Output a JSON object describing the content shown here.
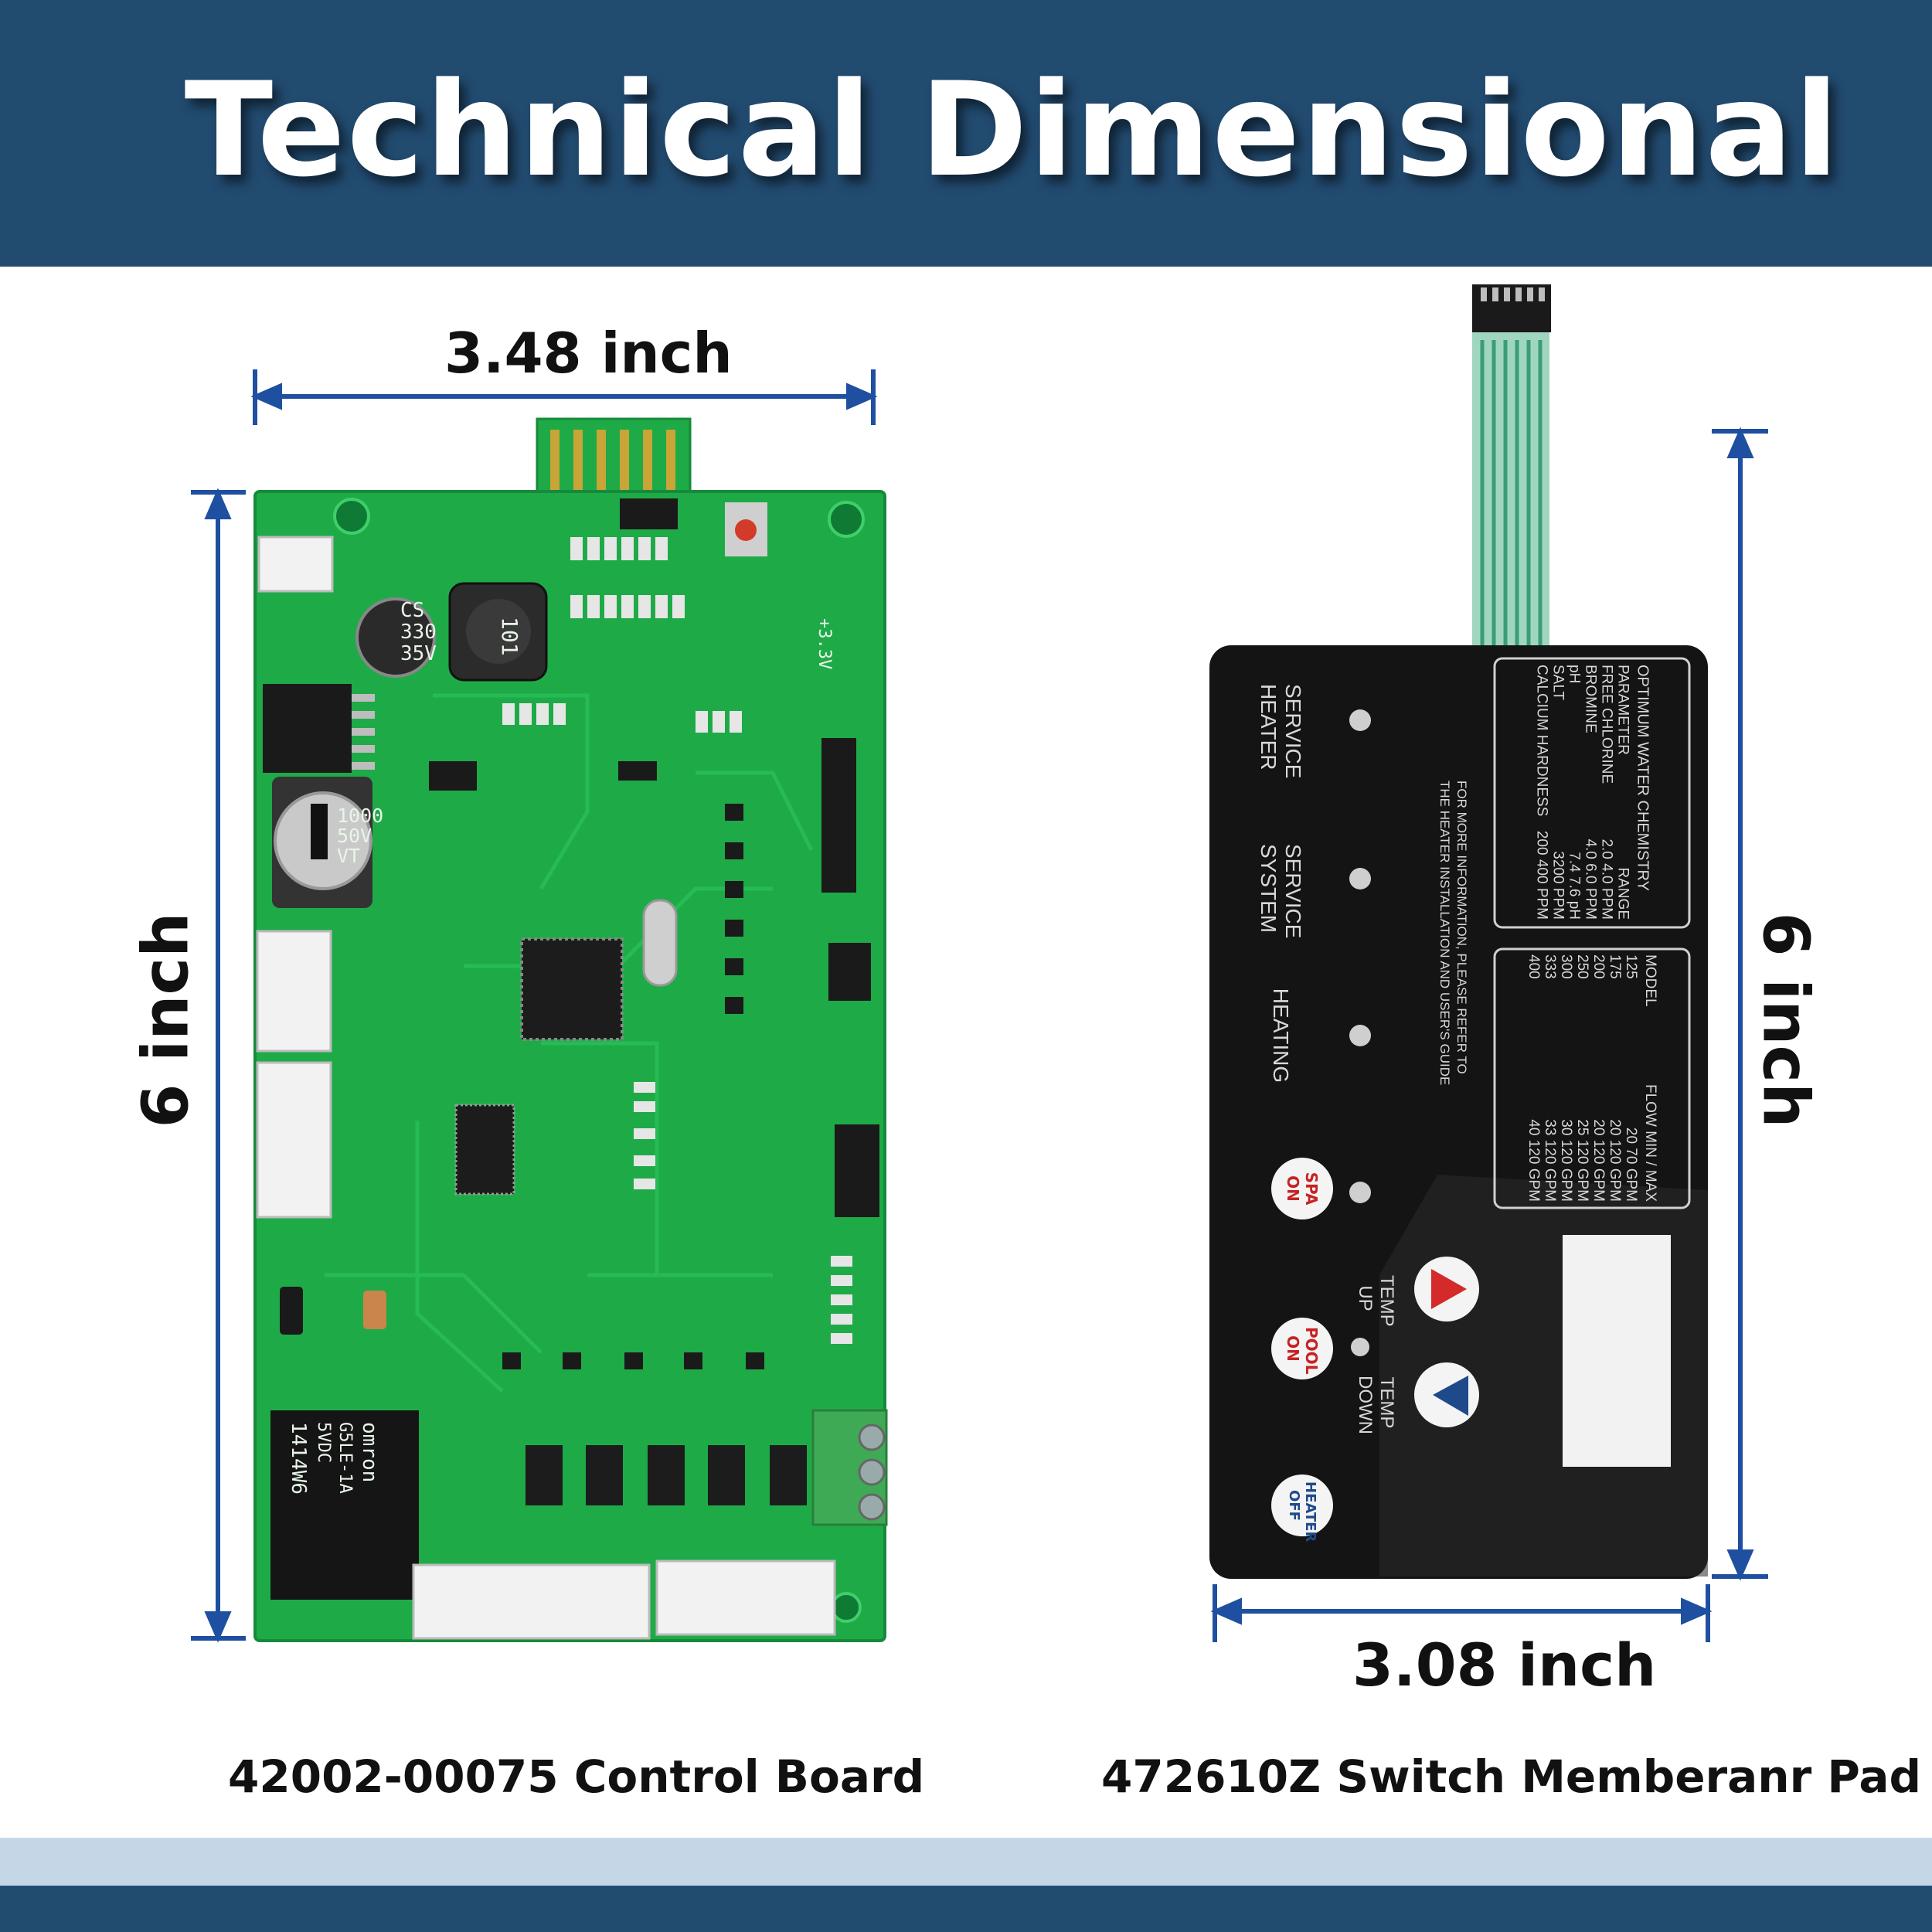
{
  "header": {
    "title": "Technical Dimensional"
  },
  "board": {
    "caption": "42002-00075 Control Board",
    "width_label": "3.48 inch",
    "height_label": "6 inch",
    "relay_text": [
      "omron",
      "G5LE-1A",
      "5VDC",
      "1414W6"
    ],
    "capacitor_large": [
      "1000",
      "50V",
      "VT"
    ],
    "capacitor_small": [
      "CS",
      "330",
      "35V"
    ],
    "inductor_text": "101",
    "voltage_label": "+3.3V"
  },
  "pad": {
    "caption": "472610Z Switch Memberanr Pad",
    "width_label": "3.08 inch",
    "height_label": "6 inch",
    "status_labels": [
      "SERVICE HEATER",
      "SERVICE SYSTEM",
      "HEATING"
    ],
    "buttons": [
      "SPA ON",
      "POOL ON",
      "HEATER OFF"
    ],
    "temp_labels": [
      "TEMP UP",
      "TEMP DOWN"
    ],
    "chemistry_title": "OPTIMUM WATER CHEMISTRY",
    "chemistry_headers": [
      "PARAMETER",
      "RANGE"
    ],
    "chemistry_rows": [
      [
        "FREE CHLORINE",
        "2.0  4.0 PPM"
      ],
      [
        "BROMINE",
        "4.0  6.0 PPM"
      ],
      [
        "pH",
        "7.4  7.6 pH"
      ],
      [
        "SALT",
        "3200 PPM"
      ],
      [
        "CALCIUM HARDNESS",
        "200  400 PPM"
      ]
    ],
    "info_text": [
      "FOR MORE INFORMATION, PLEASE REFER TO",
      "THE HEATER INSTALLATION AND USER'S GUIDE"
    ],
    "model_headers": [
      "MODEL",
      "FLOW MIN / MAX"
    ],
    "model_rows": [
      [
        "125",
        "20  70 GPM"
      ],
      [
        "175",
        "20  120 GPM"
      ],
      [
        "200",
        "20  120 GPM"
      ],
      [
        "250",
        "25  120 GPM"
      ],
      [
        "300",
        "30  120 GPM"
      ],
      [
        "333",
        "33  120 GPM"
      ],
      [
        "400",
        "40  120 GPM"
      ]
    ]
  },
  "colors": {
    "header_bg": "#224b70",
    "dimension_line": "#1f4fa0",
    "pcb_green": "#1faa48",
    "pad_black": "#141414"
  }
}
